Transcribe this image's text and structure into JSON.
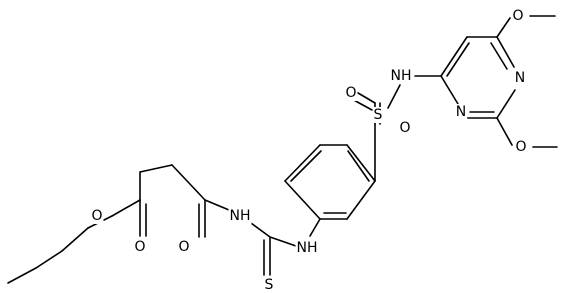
{
  "atoms": {
    "o_ester_single": "O",
    "o_ester_carbonyl": "O",
    "o_amide_carbonyl": "O",
    "nh_amide": "NH",
    "s_thiourea": "S",
    "nh_thiourea": "NH",
    "s_sulfonyl": "S",
    "o_sulfonyl_left": "O",
    "o_sulfonyl_bottom": "O",
    "nh_sulfonamide": "NH",
    "n_ring_upper": "N",
    "n_ring_lower": "N",
    "o_methoxy_top": "O",
    "o_methoxy_bottom": "O"
  }
}
